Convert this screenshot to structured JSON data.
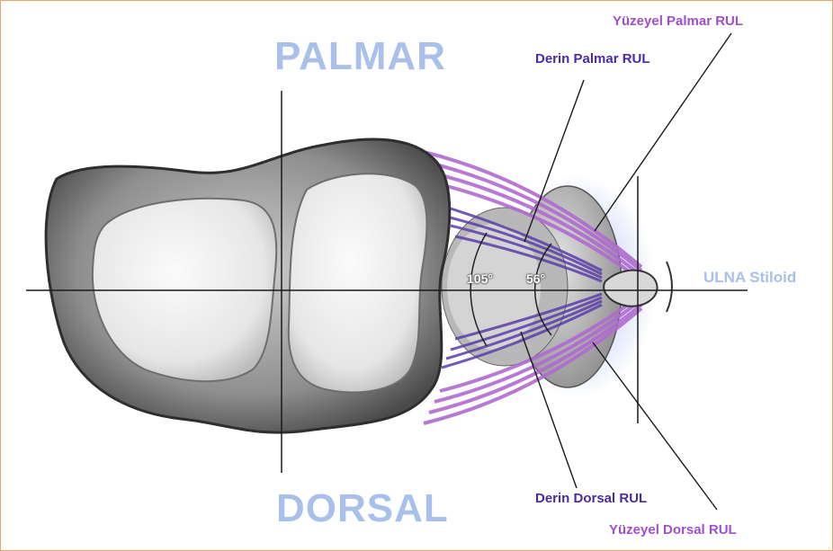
{
  "labels": {
    "palmar": "PALMAR",
    "dorsal": "DORSAL",
    "ulna_stiloid": "ULNA Stiloid",
    "yuzeyel_palmar": "Yüzeyel Palmar RUL",
    "derin_palmar": "Derin Palmar RUL",
    "derin_dorsal": "Derin Dorsal RUL",
    "yuzeyel_dorsal": "Yüzeyel Dorsal RUL",
    "angle_large": "105°",
    "angle_small": "56°"
  },
  "colors": {
    "frame_border": "#e8a76a",
    "axis_label": "#a9c0ea",
    "superficial_ligament": "#a058c0",
    "deep_ligament": "#5a3ea8",
    "bone": "#8a8a8a",
    "cartilage": "#ececec"
  }
}
